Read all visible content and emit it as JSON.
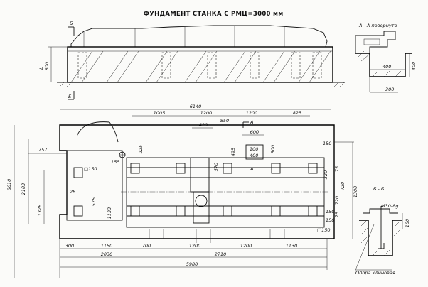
{
  "title": "ФУНДАМЕНТ СТАНКА С РМЦ=3000 мм",
  "section_aa": {
    "title": "А - А повернуто",
    "dims": [
      "400",
      "400",
      "300"
    ]
  },
  "section_bb": {
    "title": "Б - Б",
    "bolt": "М30-8g",
    "dim": "100",
    "support": "Опора клиновая"
  },
  "markers": {
    "a": "А",
    "b": "Б"
  },
  "elevation": {
    "height": "800",
    "level": "L"
  },
  "plan": {
    "top_dims": [
      "6140",
      "1005",
      "1200",
      "1200",
      "825",
      "420",
      "850",
      "600"
    ],
    "bottom_dims": [
      "300",
      "1150",
      "700",
      "1200",
      "1200",
      "1130",
      "2030",
      "2710",
      "5980"
    ],
    "left_dims": [
      "8610",
      "2183",
      "757",
      "155",
      "28",
      "1328",
      "575",
      "1133"
    ],
    "inner_dims": [
      "100",
      "400",
      "495",
      "225",
      "570",
      "500"
    ],
    "right_dims": [
      "150",
      "320",
      "1300",
      "720",
      "720",
      "75",
      "75",
      "150",
      "150"
    ],
    "squares": [
      "□150",
      "□150"
    ]
  }
}
